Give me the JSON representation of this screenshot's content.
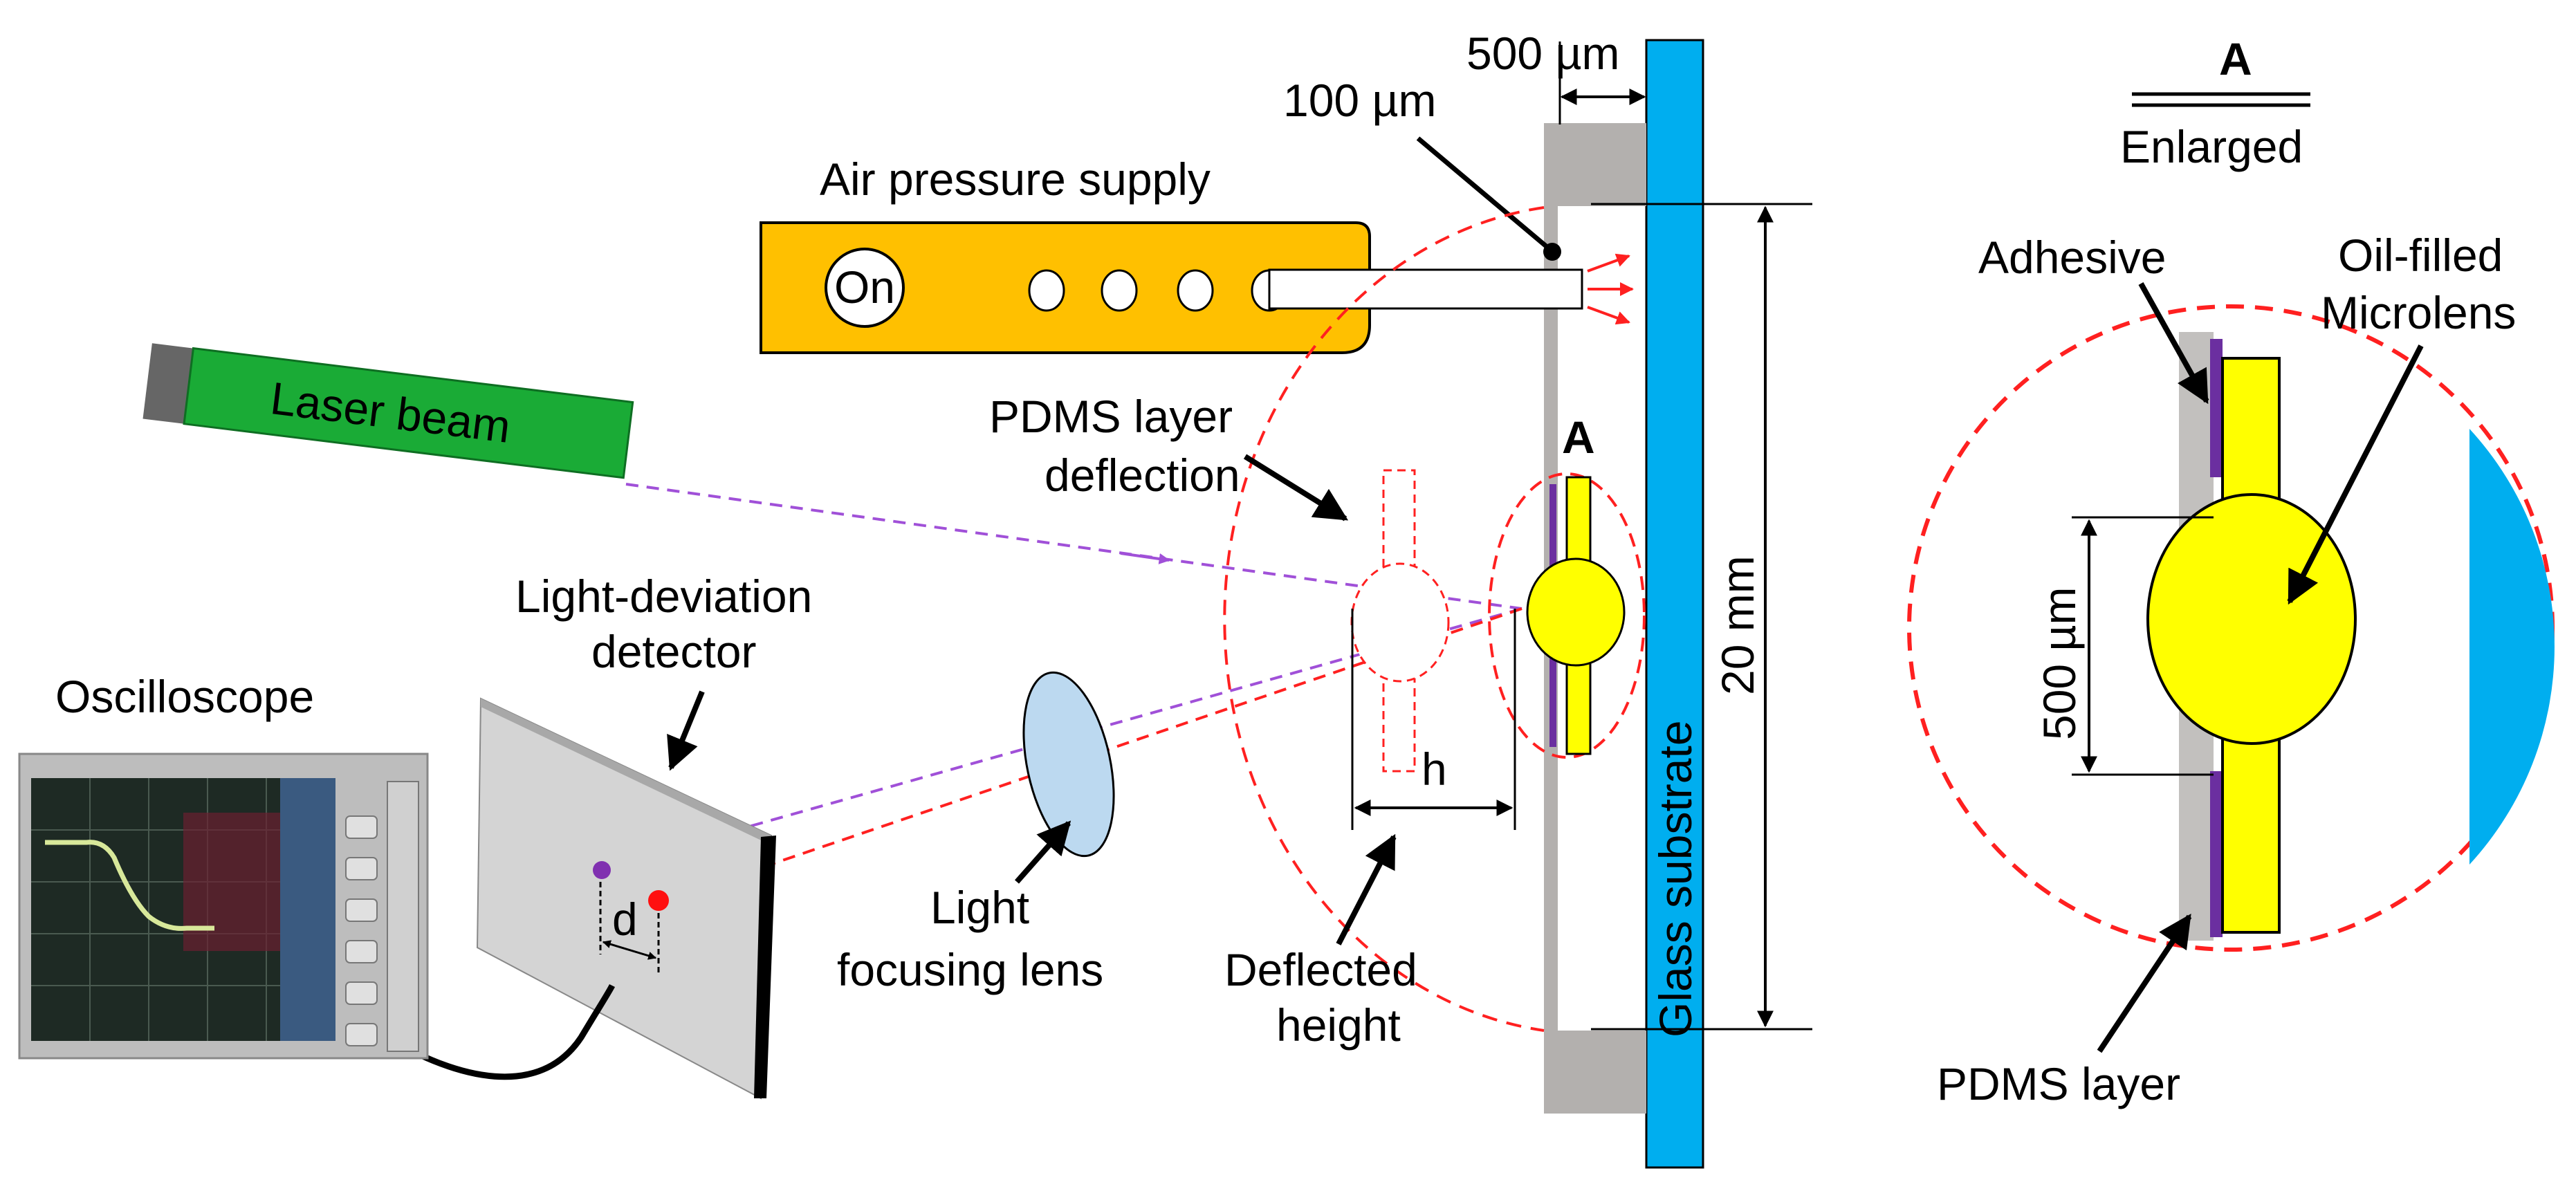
{
  "labels": {
    "dim_500_top": "500 µm",
    "dim_100": "100 µm",
    "air_pressure": "Air pressure supply",
    "on_button": "On",
    "laser": "Laser beam",
    "pdms_deflection_1": "PDMS layer",
    "pdms_deflection_2": "deflection",
    "marker_a": "A",
    "detector_1": "Light-deviation",
    "detector_2": "detector",
    "oscilloscope": "Oscilloscope",
    "h": "h",
    "d": "d",
    "focusing_1": "Light",
    "focusing_2": "focusing lens",
    "deflected_1": "Deflected",
    "deflected_2": "height",
    "dim_20mm": "20 mm",
    "glass": "Glass substrate",
    "inset_a": "A",
    "enlarged": "Enlarged",
    "adhesive": "Adhesive",
    "oil_1": "Oil-filled",
    "oil_2": "Microlens",
    "dim_500_inset": "500 µm",
    "pdms_layer": "PDMS layer"
  },
  "colors": {
    "air_box": "#ffc000",
    "laser_body": "#1aab36",
    "glass": "#00aeef",
    "microlens": "#ffff00",
    "pdms": "#b3b0ae",
    "adhesive": "#6b2fa0",
    "dashed_red": "#ff2020",
    "dashed_purple": "#a050d8",
    "focus_lens": "#bcd9f0"
  }
}
